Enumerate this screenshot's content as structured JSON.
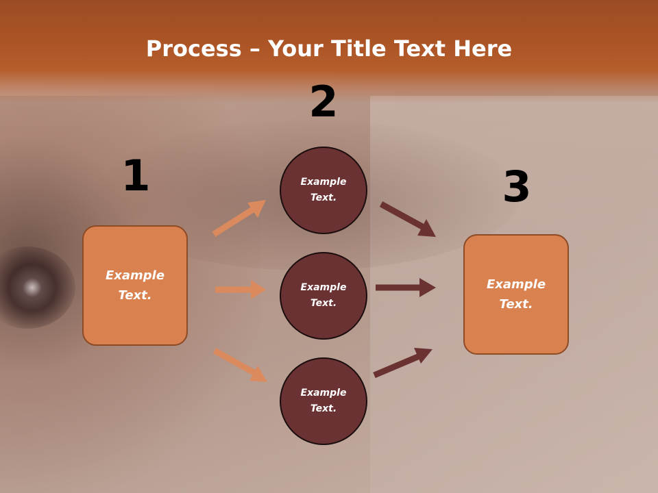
{
  "title": {
    "bold": "Process",
    "rest": " – Your Title Text Here"
  },
  "steps": [
    {
      "number": "1",
      "text": "Example Text."
    },
    {
      "number": "2",
      "text": ""
    },
    {
      "number": "3",
      "text": "Example Text."
    }
  ],
  "circles": [
    {
      "text": "Example Text."
    },
    {
      "text": "Example Text."
    },
    {
      "text": "Example Text."
    }
  ],
  "colors": {
    "header": "#ad5526",
    "box_fill": "#d9814f",
    "circle_fill": "#6a3233",
    "arrow_left": "#db8a5e",
    "arrow_right": "#6a3233"
  }
}
